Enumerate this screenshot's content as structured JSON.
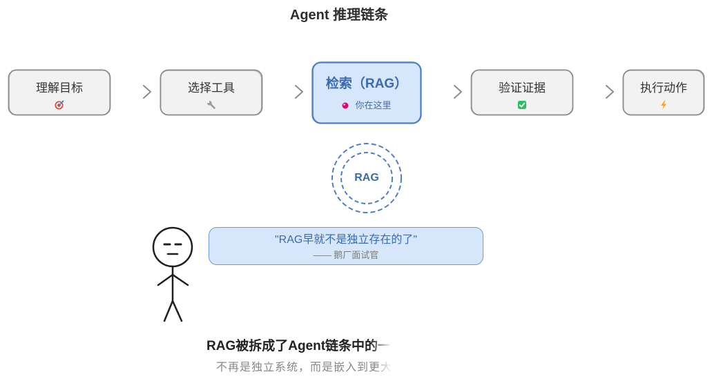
{
  "title": "Agent 推理链条",
  "steps": [
    {
      "label": "理解目标",
      "icon": "target-icon"
    },
    {
      "label": "选择工具",
      "icon": "wrench-icon"
    },
    {
      "label": "检索（RAG）",
      "icon": "pin-icon",
      "note": "你在这里",
      "active": true
    },
    {
      "label": "验证证据",
      "icon": "check-icon"
    },
    {
      "label": "执行动作",
      "icon": "lightning-icon"
    }
  ],
  "focus": {
    "label": "RAG"
  },
  "quote": {
    "text": "\"RAG早就不是独立存在的了\"",
    "source": "—— 鹅厂面试官"
  },
  "summary": {
    "headline": "RAG被拆成了Agent链条中的一",
    "subline": "不再是独立系统，而是嵌入到更大"
  },
  "colors": {
    "accent": "#4a7ec7",
    "accent_text": "#3a6bb2",
    "active_fill": "#d7e7fb",
    "box_fill": "#f2f2f2",
    "box_stroke": "#8a8a8a",
    "text": "#333333",
    "muted": "#888888",
    "pin": "#e5007a"
  }
}
